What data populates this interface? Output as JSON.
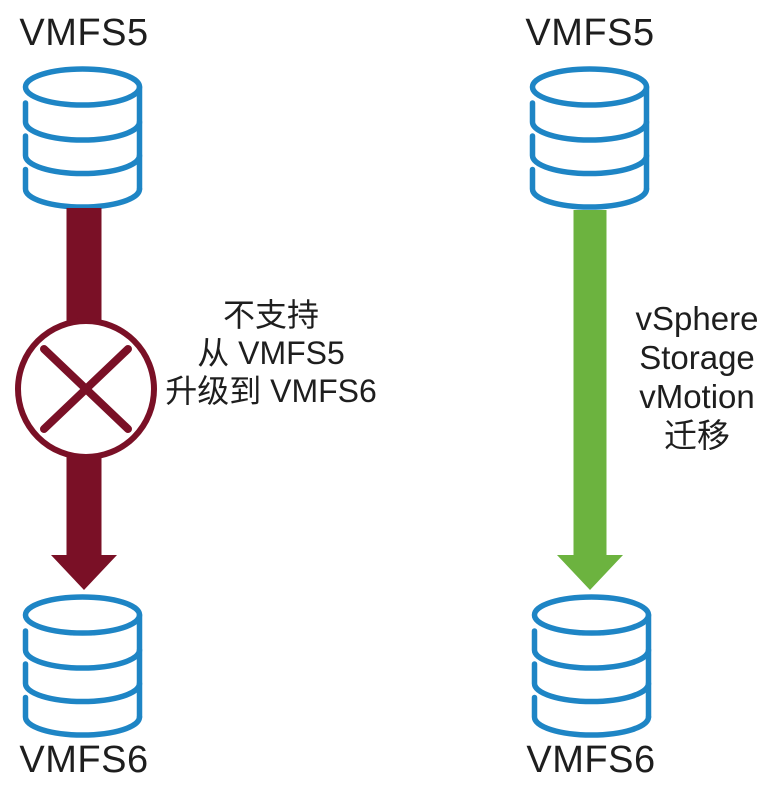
{
  "title": "VMFS5 to VMFS6 upgrade vs migration diagram",
  "colors": {
    "datastore_blue": "#1e85c5",
    "not_supported_red": "#7a1026",
    "supported_green": "#6cb33f",
    "text": "#1e1e1e",
    "background": "#ffffff"
  },
  "icons": {
    "datastore": "database-cylinder-icon",
    "prohibition": "circle-cross-icon",
    "flow": "arrow-down-icon"
  },
  "left_flow": {
    "status": "not-supported",
    "source_label": "VMFS5",
    "target_label": "VMFS6",
    "caption_lines": [
      "不支持",
      "从 VMFS5",
      "升级到 VMFS6"
    ]
  },
  "right_flow": {
    "status": "supported",
    "source_label": "VMFS5",
    "target_label": "VMFS6",
    "caption_lines": [
      "vSphere",
      "Storage",
      "vMotion",
      "迁移"
    ]
  }
}
